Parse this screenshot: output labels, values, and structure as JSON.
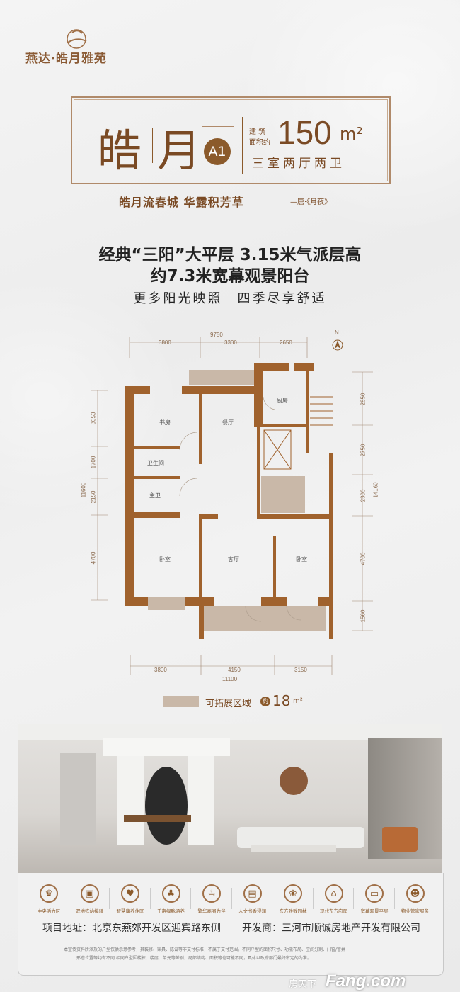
{
  "brand": {
    "logo_icon": "moon-swallow-logo",
    "name": "燕达·皓月雅苑"
  },
  "title_box": {
    "name_char1": "皓",
    "name_char2": "月",
    "type_badge": "A1",
    "area_label_1": "建 筑",
    "area_label_2": "面积约",
    "area_value": "150",
    "area_unit": "m²",
    "layout": "三室两厅两卫"
  },
  "poem": {
    "line": "皓月流春城 华露积芳草",
    "source": "—唐·《月夜》"
  },
  "headlines": [
    "经典“三阳”大平层 3.15米气派层高",
    "约7.3米宽幕观景阳台",
    "更多阳光映照　四季尽享舒适"
  ],
  "floorplan": {
    "compass": "N",
    "top_dims": {
      "total": "9750",
      "segments": [
        "3800",
        "3300",
        "2650"
      ]
    },
    "bottom_dims": {
      "total": "11100",
      "segments": [
        "3800",
        "4150",
        "3150"
      ]
    },
    "left_dims": {
      "total": "11600",
      "segments": [
        "3050",
        "1700",
        "2150",
        "4700"
      ]
    },
    "right_dims": {
      "total": "14160",
      "segments": [
        "2850",
        "2750",
        "2300",
        "4700",
        "1560"
      ]
    },
    "rooms": {
      "study": "书房",
      "dining": "餐厅",
      "kitchen": "厨房",
      "bathroom": "卫生间",
      "master_bath": "主卫",
      "bedroom_left": "卧室",
      "living": "客厅",
      "bedroom_right": "卧室"
    },
    "colors": {
      "wall": "#a0622d",
      "expandable": "#c9b8a8"
    }
  },
  "legend": {
    "label": "可拓展区域",
    "approx": "约",
    "value": "18",
    "unit": "m²"
  },
  "features": [
    {
      "icon": "crown-icon",
      "label": "中央活力区"
    },
    {
      "icon": "metro-icon",
      "label": "双地铁站接驳"
    },
    {
      "icon": "heart-hands-icon",
      "label": "智慧康养住区"
    },
    {
      "icon": "tree-icon",
      "label": "千亩绿脉涵养"
    },
    {
      "icon": "coffee-icon",
      "label": "繁华商圈为伴"
    },
    {
      "icon": "book-icon",
      "label": "人文书香浸润"
    },
    {
      "icon": "garden-icon",
      "label": "东方雅致园林"
    },
    {
      "icon": "mansion-icon",
      "label": "现代东方府邸"
    },
    {
      "icon": "panorama-icon",
      "label": "宽幕观景平层"
    },
    {
      "icon": "people-icon",
      "label": "物业管家服务"
    }
  ],
  "footer": {
    "address": "项目地址：北京东燕郊开发区迎宾路东侧",
    "developer": "开发商：三河市顺诚房地产开发有限公司",
    "disclaimer_1": "本宣传资料所涉及的户型仅供示意参考，其装修、家具、陈设等非交付标准，不属于交付范围。不同户型的面积尺寸、功能布局、空间分割、门窗/管井",
    "disclaimer_2": "形态位置等均有不同,相同户型因楼栋、楼层、单元等差别，局部结构、面积等也可能不同，具体以政府部门最终审定的为准。"
  },
  "watermark": {
    "top": "房天下",
    "main": "Fang.com"
  }
}
